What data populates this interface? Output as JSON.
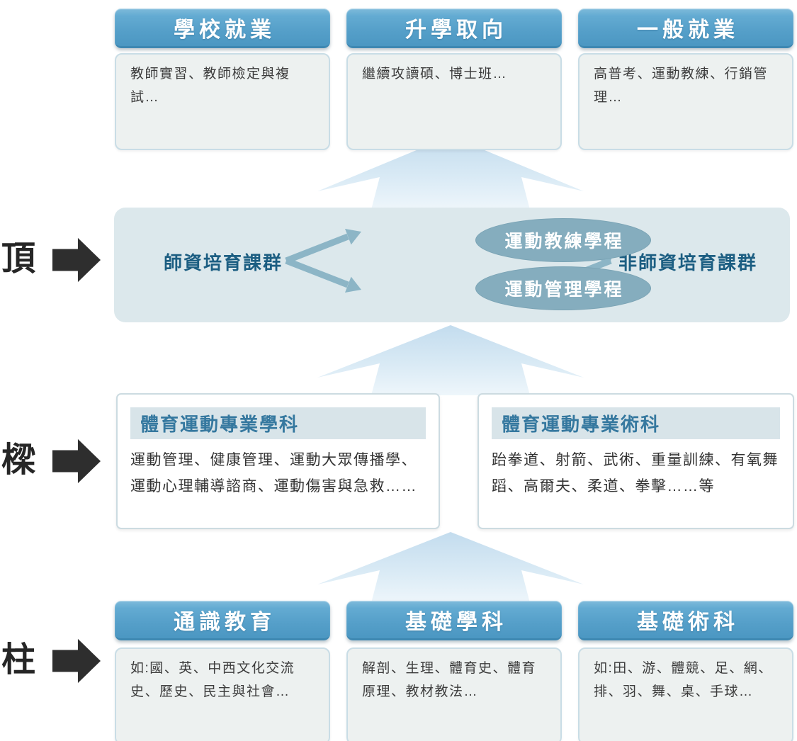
{
  "diagram": {
    "top_row": {
      "cards": [
        {
          "title": "學校就業",
          "body": "教師實習、教師檢定與複試…"
        },
        {
          "title": "升學取向",
          "body": "繼續攻讀碩、博士班…"
        },
        {
          "title": "一般就業",
          "body": "高普考、運動教練、行銷管理…"
        }
      ]
    },
    "core": {
      "side_label": "頂",
      "left_group": "師資培育課群",
      "right_group": "非師資培育課群",
      "programs": [
        {
          "label": "運動教練學程"
        },
        {
          "label": "運動管理學程"
        }
      ]
    },
    "beam": {
      "side_label": "樑",
      "boxes": [
        {
          "title": "體育運動專業學科",
          "body": "運動管理、健康管理、運動大眾傳播學、運動心理輔導諮商、運動傷害與急救……"
        },
        {
          "title": "體育運動專業術科",
          "body": "跆拳道、射箭、武術、重量訓練、有氧舞蹈、高爾夫、柔道、拳擊……等"
        }
      ]
    },
    "pillar": {
      "side_label": "柱",
      "cards": [
        {
          "title": "通識教育",
          "body": "如:國、英、中西文化交流史、歷史、民主與社會…"
        },
        {
          "title": "基礎學科",
          "body": "解剖、生理、體育史、體育原理、教材教法…"
        },
        {
          "title": "基礎術科",
          "body": "如:田、游、體競、足、網、排、羽、舞、桌、手球…"
        }
      ]
    },
    "colors": {
      "header_blue": "#559fc9",
      "band_bg": "#dce8ec",
      "ellipse_bg": "#85adbe",
      "accent_text": "#1c5e82",
      "flow_arrow": "#cde2f0",
      "note_bg": "#edf1f0",
      "side_label_black": "#262626"
    }
  }
}
